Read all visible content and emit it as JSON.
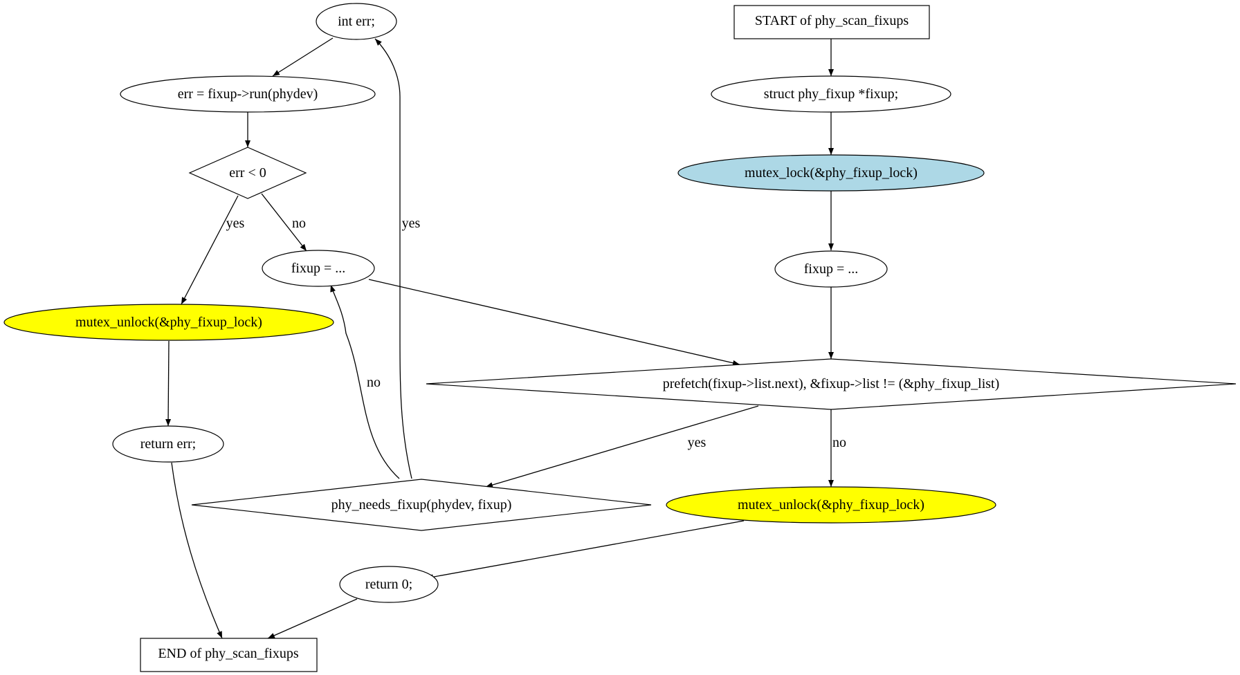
{
  "diagram": {
    "nodes": {
      "start": {
        "label": "START of phy_scan_fixups"
      },
      "decl_fixup": {
        "label": "struct phy_fixup *fixup;"
      },
      "mutex_lock": {
        "label": "mutex_lock(&phy_fixup_lock)",
        "fill": "#add8e6"
      },
      "fixup_init": {
        "label": "fixup = ..."
      },
      "loop_cond": {
        "label": "prefetch(fixup->list.next), &fixup->list != (&phy_fixup_list)"
      },
      "unlock_end": {
        "label": "mutex_unlock(&phy_fixup_lock)",
        "fill": "#ffff00"
      },
      "return_zero": {
        "label": "return 0;"
      },
      "end": {
        "label": "END of phy_scan_fixups"
      },
      "needs_fixup": {
        "label": "phy_needs_fixup(phydev, fixup)"
      },
      "fixup_next": {
        "label": "fixup = ..."
      },
      "int_err": {
        "label": "int err;"
      },
      "run": {
        "label": "err = fixup->run(phydev)"
      },
      "err_cond": {
        "label": "err < 0"
      },
      "unlock_err": {
        "label": "mutex_unlock(&phy_fixup_lock)",
        "fill": "#ffff00"
      },
      "return_err": {
        "label": "return err;"
      }
    },
    "edge_labels": {
      "err_yes": "yes",
      "err_no": "no",
      "needs_yes": "yes",
      "needs_no": "no",
      "loop_yes": "yes",
      "loop_no": "no"
    }
  }
}
